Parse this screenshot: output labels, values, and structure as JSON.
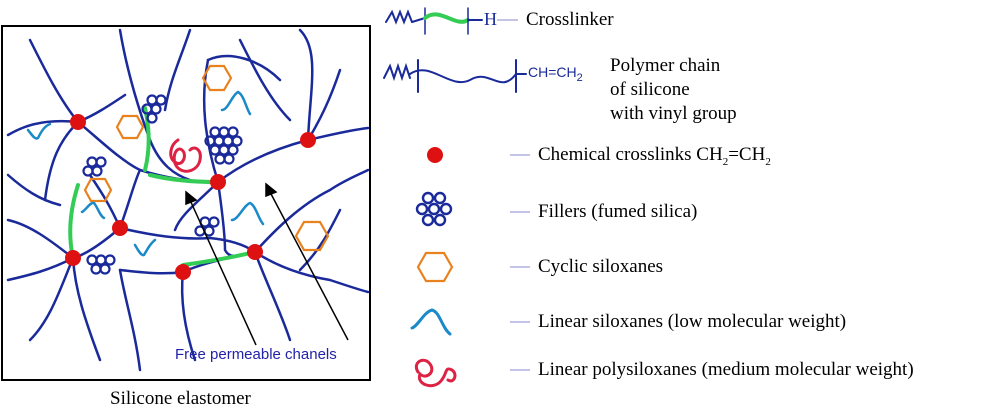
{
  "panel": {
    "caption": "Silicone elastomer",
    "channel_label": "Free permeable chanels"
  },
  "legend": {
    "crosslinker": {
      "label": "Crosslinker",
      "end_group": "H"
    },
    "polymer_chain": {
      "label_line1": "Polymer chain",
      "label_line2": "of silicone",
      "label_line3": "with vinyl group",
      "end_group_prefix": "CH=CH",
      "end_group_sub": "2"
    },
    "chemical_crosslinks": {
      "prefix": "Chemical crosslinks CH",
      "sub1": "2",
      "mid": "=CH",
      "sub2": "2"
    },
    "fillers": {
      "label": "Fillers (fumed silica)"
    },
    "cyclic": {
      "label": "Cyclic siloxanes"
    },
    "linear_low": {
      "label": "Linear siloxanes (low molecular weight)"
    },
    "linear_medium": {
      "label": "Linear polysiloxanes (medium molecular weight)"
    }
  },
  "colors": {
    "chain": "#1a2a9a",
    "crosslinker": "#33cc55",
    "crosslink_dot": "#dd1111",
    "filler": "#1a2a9a",
    "cyclic": "#e8821e",
    "linear_low": "#1a8ac8",
    "linear_medium": "#dd2244",
    "leader_line": "#8888cc"
  },
  "icons": {
    "crosslink": "red-dot-icon",
    "filler": "filler-cluster-icon",
    "cyclic": "hexagon-icon",
    "linear_low": "wave-icon",
    "linear_medium": "squiggle-icon"
  }
}
